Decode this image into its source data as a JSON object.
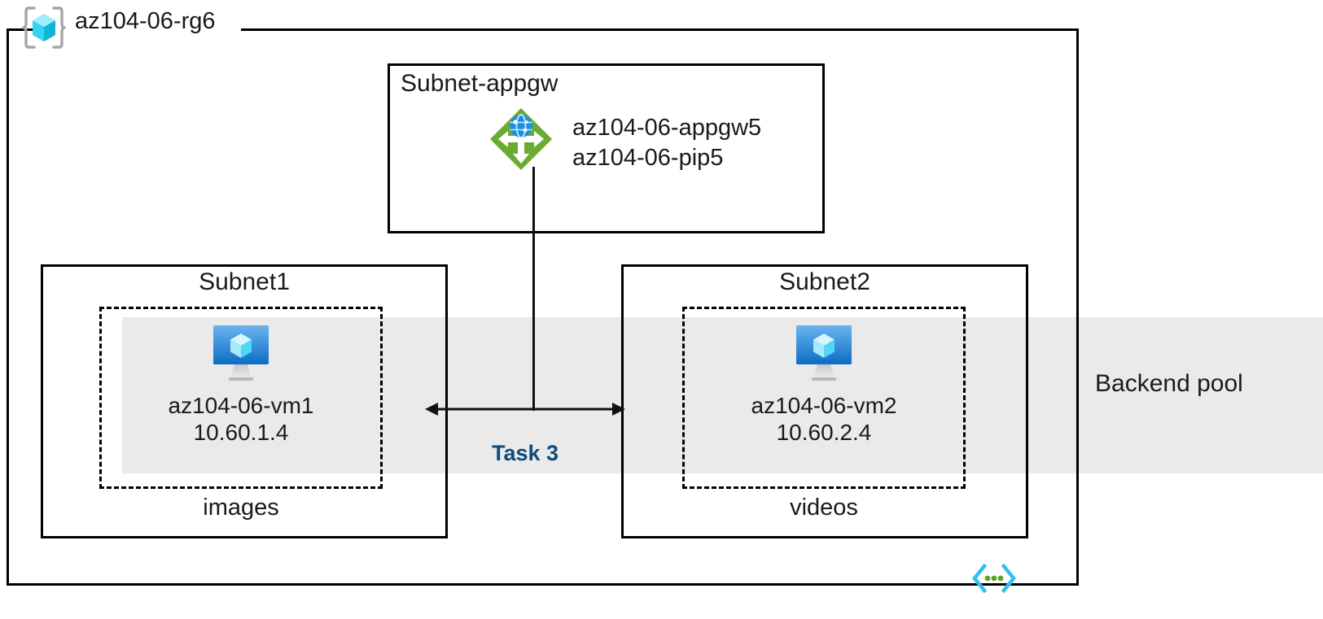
{
  "resource_group": {
    "name": "az104-06-rg6",
    "icon": "resource-group-cube-icon"
  },
  "backend_pool": {
    "label": "Backend pool",
    "band_color": "#eaeaea"
  },
  "subnets": [
    {
      "id": "subnet-appgw",
      "title": "Subnet-appgw",
      "title_align": "left",
      "resources": [
        {
          "icon": "application-gateway-icon",
          "icon_color": "#6aac31",
          "lines": [
            "az104-06-appgw5",
            "az104-06-pip5"
          ]
        }
      ]
    },
    {
      "id": "subnet1",
      "title": "Subnet1",
      "title_align": "center",
      "tier_label": "images",
      "vm": {
        "icon": "virtual-machine-icon",
        "name": "az104-06-vm1",
        "ip": "10.60.1.4"
      }
    },
    {
      "id": "subnet2",
      "title": "Subnet2",
      "title_align": "center",
      "tier_label": "videos",
      "vm": {
        "icon": "virtual-machine-icon",
        "name": "az104-06-vm2",
        "ip": "10.60.2.4"
      }
    }
  ],
  "annotations": {
    "task": {
      "label": "Task 3",
      "color": "#0E4B7C"
    }
  },
  "footer_icon": {
    "name": "code-brackets-icon",
    "bracket_color": "#32bff0",
    "dot_color": "#5ea226"
  },
  "colors": {
    "stroke": "#000000",
    "text": "#1a1a1a",
    "appgw_green": "#6aac31",
    "vm_blue_top": "#6bb3f0",
    "vm_blue_bottom": "#0c6dc4",
    "cube_cyan": "#41e0f5",
    "rg_cube_cyan": "#50e6ff",
    "bracket_gray": "#a6a6a6"
  }
}
